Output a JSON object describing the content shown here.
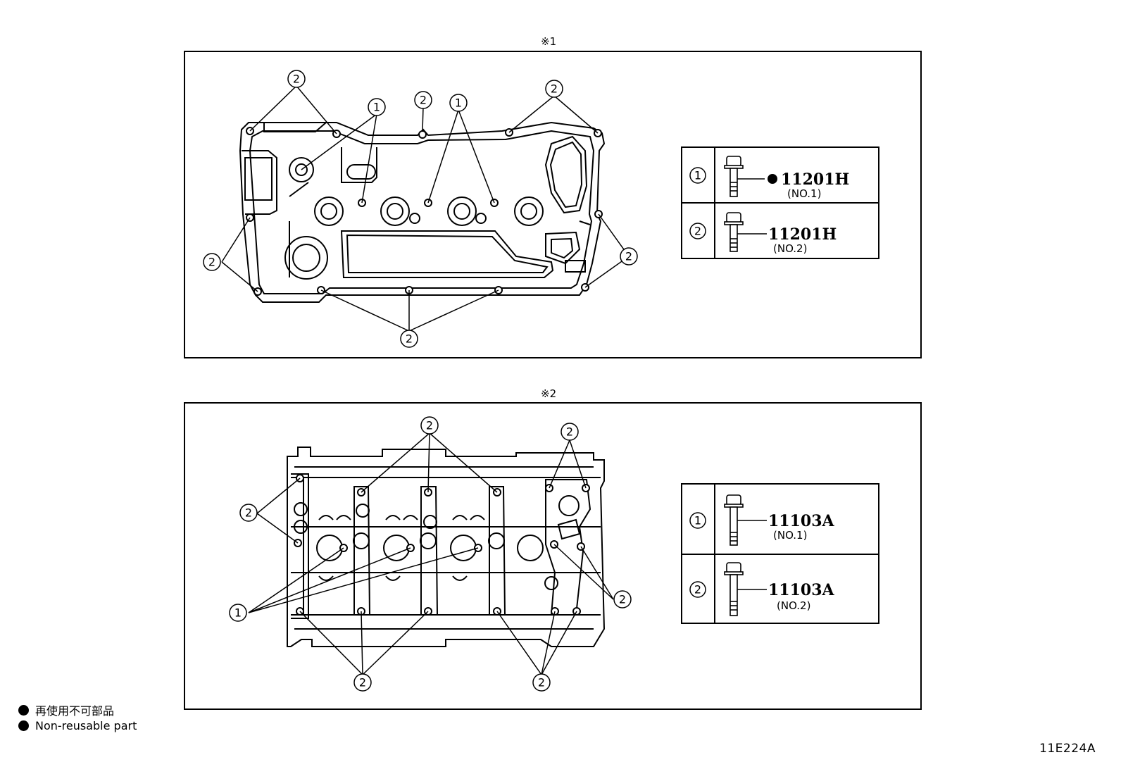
{
  "panels": [
    {
      "mark": "※1",
      "table": [
        {
          "num": "1",
          "code": "11201H",
          "sub": "(NO.1)",
          "non_reusable": true
        },
        {
          "num": "2",
          "code": "11201H",
          "sub": "(NO.2)",
          "non_reusable": false
        }
      ]
    },
    {
      "mark": "※2",
      "table": [
        {
          "num": "1",
          "code": "11103A",
          "sub": "(NO.1)",
          "non_reusable": false
        },
        {
          "num": "2",
          "code": "11103A",
          "sub": "(NO.2)",
          "non_reusable": false
        }
      ]
    }
  ],
  "callouts": {
    "one": "1",
    "two": "2"
  },
  "legend": {
    "ja": "再使用不可部品",
    "en": "Non-reusable part"
  },
  "figure_code": "11E224A"
}
